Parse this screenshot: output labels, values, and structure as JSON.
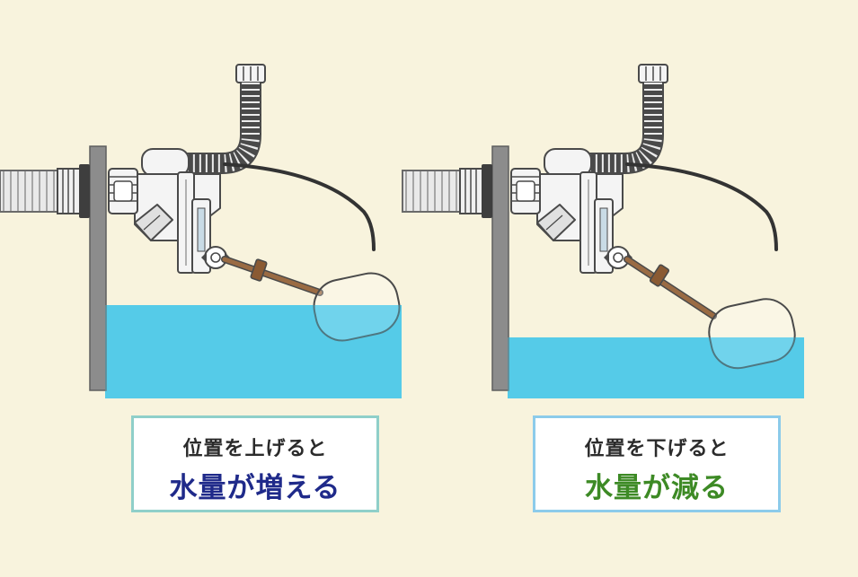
{
  "panels": [
    {
      "line1": "位置を上げると",
      "line2": "水量が増える",
      "line2_color": "#1f2a8a",
      "border_color": "#8fcfc9",
      "water_level": "high"
    },
    {
      "line1": "位置を下げると",
      "line2": "水量が減る",
      "line2_color": "#3d8a25",
      "border_color": "#8ccbea",
      "water_level": "low"
    }
  ],
  "colors": {
    "background": "#f8f3dd",
    "water": "#55cbe8",
    "wall": "#8c8c8c",
    "rod": "#9a6b43",
    "outline": "#4a4a4a"
  }
}
